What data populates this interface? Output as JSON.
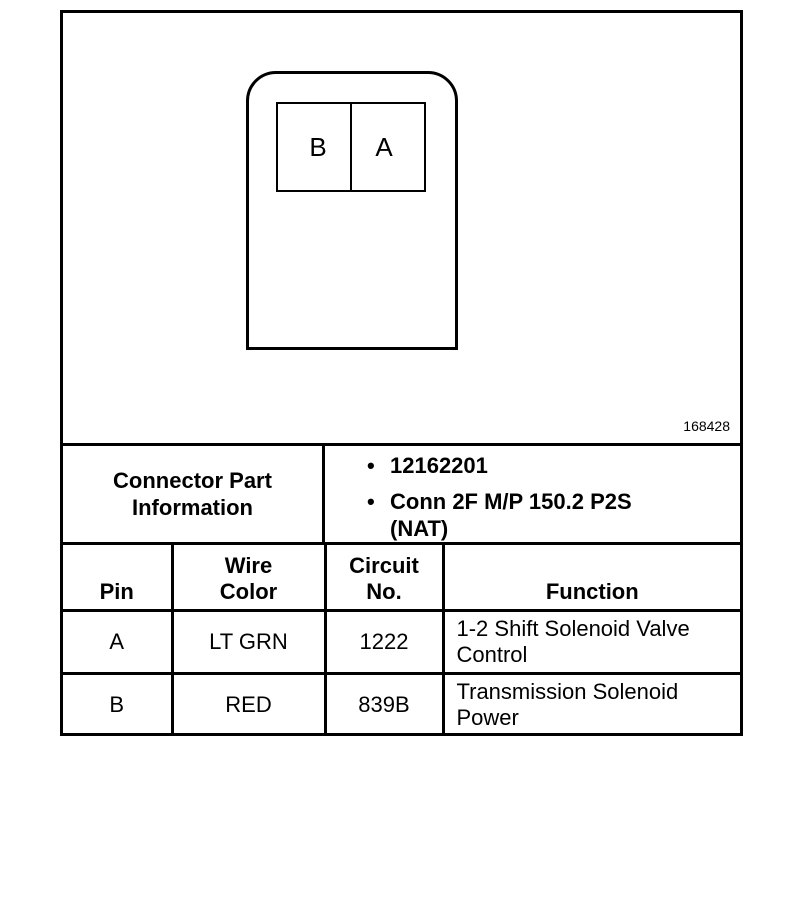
{
  "connector": {
    "cavities": [
      "B",
      "A"
    ],
    "figure_id": "168428"
  },
  "part_info": {
    "label": "Connector Part Information",
    "items": [
      "12162201",
      "Conn 2F M/P 150.2 P2S (NAT)"
    ]
  },
  "table": {
    "headers": {
      "pin": "Pin",
      "wire_color": "Wire Color",
      "circuit": "Circuit No.",
      "function": "Function"
    },
    "rows": [
      {
        "pin": "A",
        "wire_color": "LT GRN",
        "circuit": "1222",
        "function": "1-2 Shift Solenoid Valve Control"
      },
      {
        "pin": "B",
        "wire_color": "RED",
        "circuit": "839B",
        "function": "Transmission Solenoid Power"
      }
    ]
  }
}
